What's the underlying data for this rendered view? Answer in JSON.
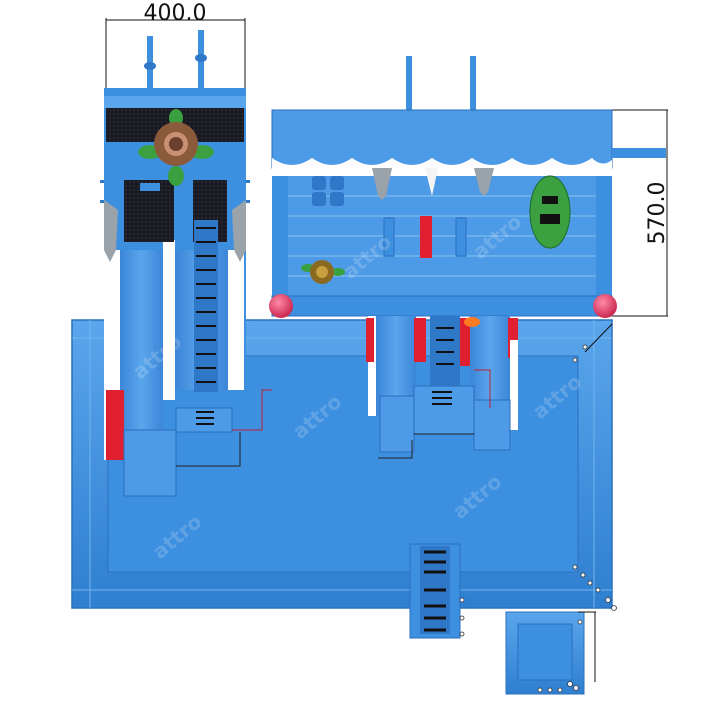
{
  "dimensions": {
    "width_label": "400.0",
    "height_label": "570.0"
  },
  "watermark": "attro",
  "colors": {
    "blue": "#3d8fe0",
    "blue_dark": "#2f78c8",
    "blue_light": "#6fb3f0",
    "red": "#e02030",
    "white": "#ffffff",
    "black": "#111111",
    "green": "#3aa040",
    "brown": "#8a5a3a"
  }
}
